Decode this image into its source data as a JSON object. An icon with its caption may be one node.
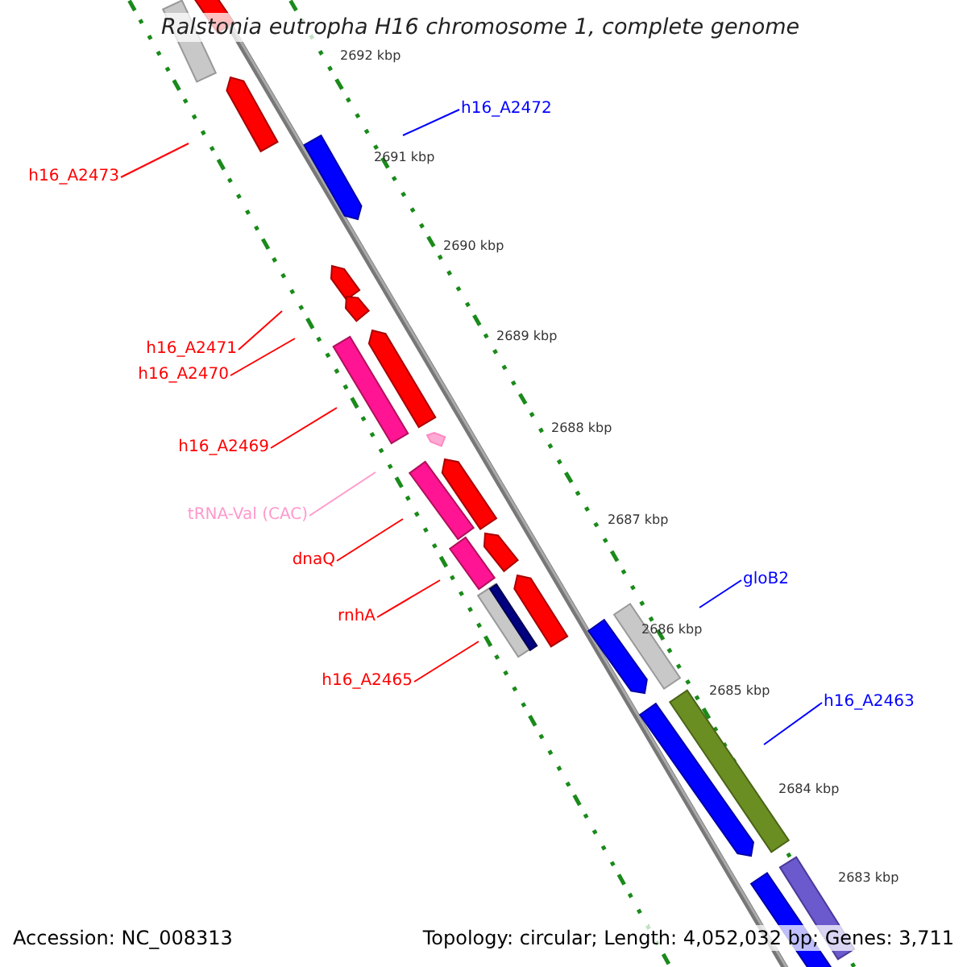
{
  "diagram": {
    "title": "Ralstonia eutropha H16 chromosome 1, complete genome",
    "nodes": [
      {
        "text": [
          "h16_A2473"
        ]
      },
      {
        "text": [
          "h16_A2472"
        ]
      },
      {
        "text": [
          "h16_A2471"
        ]
      },
      {
        "text": [
          "h16_A2470"
        ]
      },
      {
        "text": [
          "h16_A2469"
        ]
      },
      {
        "text": [
          "tRNA-Val (CAC)"
        ]
      },
      {
        "text": [
          "dnaQ"
        ]
      },
      {
        "text": [
          "rnhA"
        ]
      },
      {
        "text": [
          "h16_A2465"
        ]
      },
      {
        "text": [
          "gloB2"
        ]
      },
      {
        "text": [
          "h16_A2463"
        ]
      }
    ],
    "edges": [
      {
        "from": 0,
        "to": null,
        "arrow": "none"
      },
      {
        "from": 1,
        "to": null,
        "arrow": "none",
        "color": "#0000ff"
      },
      {
        "from": 2,
        "to": null,
        "arrow": "none"
      },
      {
        "from": 3,
        "to": null,
        "arrow": "none"
      },
      {
        "from": 4,
        "to": null,
        "arrow": "none"
      },
      {
        "from": 5,
        "to": null,
        "arrow": "none",
        "color": "#ff99cc"
      },
      {
        "from": 6,
        "to": null,
        "arrow": "none"
      },
      {
        "from": 7,
        "to": null,
        "arrow": "none"
      },
      {
        "from": 8,
        "to": null,
        "arrow": "none"
      },
      {
        "from": 9,
        "to": null,
        "arrow": "none",
        "color": "#0000ff"
      },
      {
        "from": 10,
        "to": null,
        "arrow": "none",
        "color": "#0000ff"
      }
    ],
    "labels": [
      "2692 kbp",
      "2691 kbp",
      "2690 kbp",
      "2689 kbp",
      "2688 kbp",
      "2687 kbp",
      "2686 kbp",
      "2685 kbp",
      "2684 kbp",
      "2683 kbp",
      "Accession: NC_008313",
      "Topology: circular; Length: 4,052,032 bp; Genes: 3,711"
    ]
  }
}
